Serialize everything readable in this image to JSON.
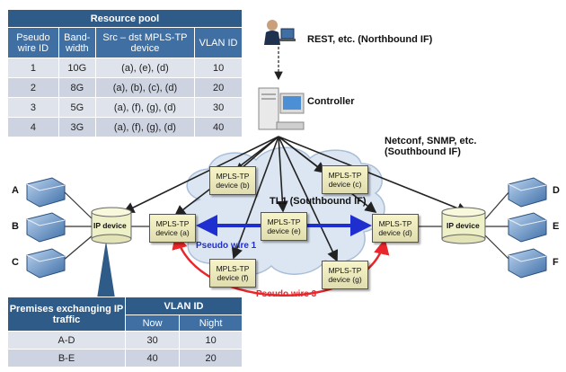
{
  "resource_pool": {
    "title": "Resource pool",
    "headers": [
      "Pseudo wire ID",
      "Band-width",
      "Src – dst MPLS-TP device",
      "VLAN ID"
    ],
    "rows": [
      [
        "1",
        "10G",
        "(a), (e), (d)",
        "10"
      ],
      [
        "2",
        "8G",
        "(a), (b), (c), (d)",
        "20"
      ],
      [
        "3",
        "5G",
        "(a), (f), (g), (d)",
        "30"
      ],
      [
        "4",
        "3G",
        "(a), (f), (g), (d)",
        "40"
      ]
    ]
  },
  "premises_table": {
    "header_left": "Premises exchanging IP traffic",
    "header_right": "VLAN ID",
    "subheaders": [
      "Now",
      "Night"
    ],
    "rows": [
      [
        "A-D",
        "30",
        "10"
      ],
      [
        "B-E",
        "40",
        "20"
      ]
    ]
  },
  "labels": {
    "northbound": "REST, etc. (Northbound IF)",
    "controller": "Controller",
    "southbound_1": "Netconf, SNMP, etc.",
    "southbound_2": "(Southbound IF)",
    "tl1": "TL1 (Southbound IF)",
    "pseudo_wire_1": "Pseudo wire 1",
    "pseudo_wire_3": "Pseudo wire 3"
  },
  "devices": {
    "ip_left": "IP device",
    "ip_right": "IP device",
    "a": [
      "MPLS-TP",
      "device (a)"
    ],
    "b": [
      "MPLS-TP",
      "device (b)"
    ],
    "c": [
      "MPLS-TP",
      "device (c)"
    ],
    "d": [
      "MPLS-TP",
      "device (d)"
    ],
    "e": [
      "MPLS-TP",
      "device (e)"
    ],
    "f": [
      "MPLS-TP",
      "device (f)"
    ],
    "g": [
      "MPLS-TP",
      "device (g)"
    ]
  },
  "sites": {
    "A": "A",
    "B": "B",
    "C": "C",
    "D": "D",
    "E": "E",
    "F": "F"
  },
  "colors": {
    "table_header": "#2f5b88",
    "cloud": "#dce6f2",
    "pseudo_wire_1": "#1f2ecf",
    "pseudo_wire_3": "#e8262b"
  },
  "icons": [
    "user-icon",
    "controller-server-icon",
    "building-icon",
    "database-icon",
    "cloud-icon"
  ]
}
